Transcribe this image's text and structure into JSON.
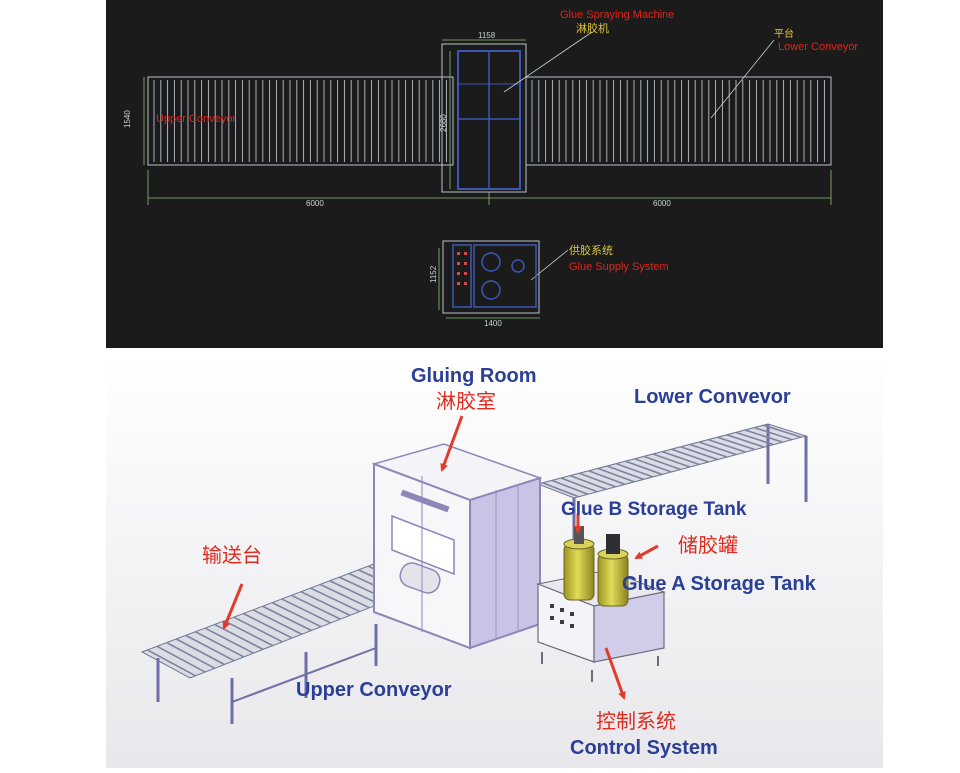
{
  "colors": {
    "cad_bg": "#1b1b1b",
    "cad_line": "#b9c1c8",
    "cad_blue": "#3c57b5",
    "cad_label_red": "#e2231a",
    "cad_label_yellow": "#d8c53c",
    "dim_green": "#8bbf78",
    "render_label_blue": "#2a3f96",
    "render_label_red": "#e02a1f",
    "arrow_red": "#e23b2c",
    "machine_frame": "#8c86b9",
    "tank_yellow": "#c8c13a"
  },
  "cad": {
    "glue_machine_en": "Glue Spraying Machine",
    "glue_machine_zh": "淋胶机",
    "lower_conveyor_zh": "平台",
    "lower_conveyor_en": "Lower Conveyor",
    "upper_conveyor_en": "Upper Conveyor",
    "supply_zh": "供胶系统",
    "supply_en": "Glue Supply System",
    "dim_1158": "1158",
    "dim_1540": "1540",
    "dim_2680": "2680",
    "dim_6000_left": "6000",
    "dim_6000_right": "6000",
    "dim_1152": "1152",
    "dim_1400": "1400"
  },
  "render": {
    "gluing_room_en": "Gluing Room",
    "gluing_room_zh": "淋胶室",
    "lower_conveyor_en": "Lower Convevor",
    "glue_b_en": "Glue B Storage Tank",
    "storage_tank_zh": "储胶罐",
    "glue_a_en": "Glue A Storage Tank",
    "conveyor_zh": "输送台",
    "upper_conveyor_en": "Upper Conveyor",
    "control_zh": "控制系统",
    "control_en": "Control System"
  }
}
